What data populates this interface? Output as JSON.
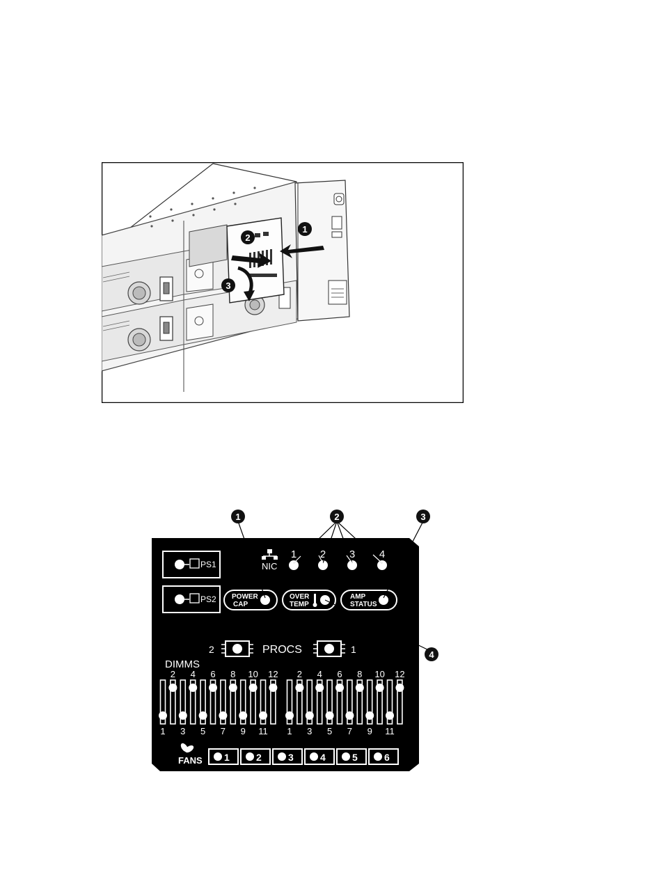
{
  "server_figure": {
    "callouts": [
      "1",
      "2",
      "3"
    ]
  },
  "panel": {
    "callouts": [
      "1",
      "2",
      "3",
      "4"
    ],
    "ps1_label": "PS1",
    "ps2_label": "PS2",
    "nic_label": "NIC",
    "nic_ports": [
      "1",
      "2",
      "3",
      "4"
    ],
    "power_cap": [
      "POWER",
      "CAP"
    ],
    "over_temp": [
      "OVER",
      "TEMP"
    ],
    "amp_status": [
      "AMP",
      "STATUS"
    ],
    "procs_label": "PROCS",
    "proc_left": "2",
    "proc_right": "1",
    "dimms_label": "DIMMS",
    "dimm_top_numbers": [
      "2",
      "4",
      "6",
      "8",
      "10",
      "12"
    ],
    "dimm_bottom_numbers": [
      "1",
      "3",
      "5",
      "7",
      "9",
      "11"
    ],
    "fans_label": "FANS",
    "fan_numbers": [
      "1",
      "2",
      "3",
      "4",
      "5",
      "6"
    ]
  }
}
